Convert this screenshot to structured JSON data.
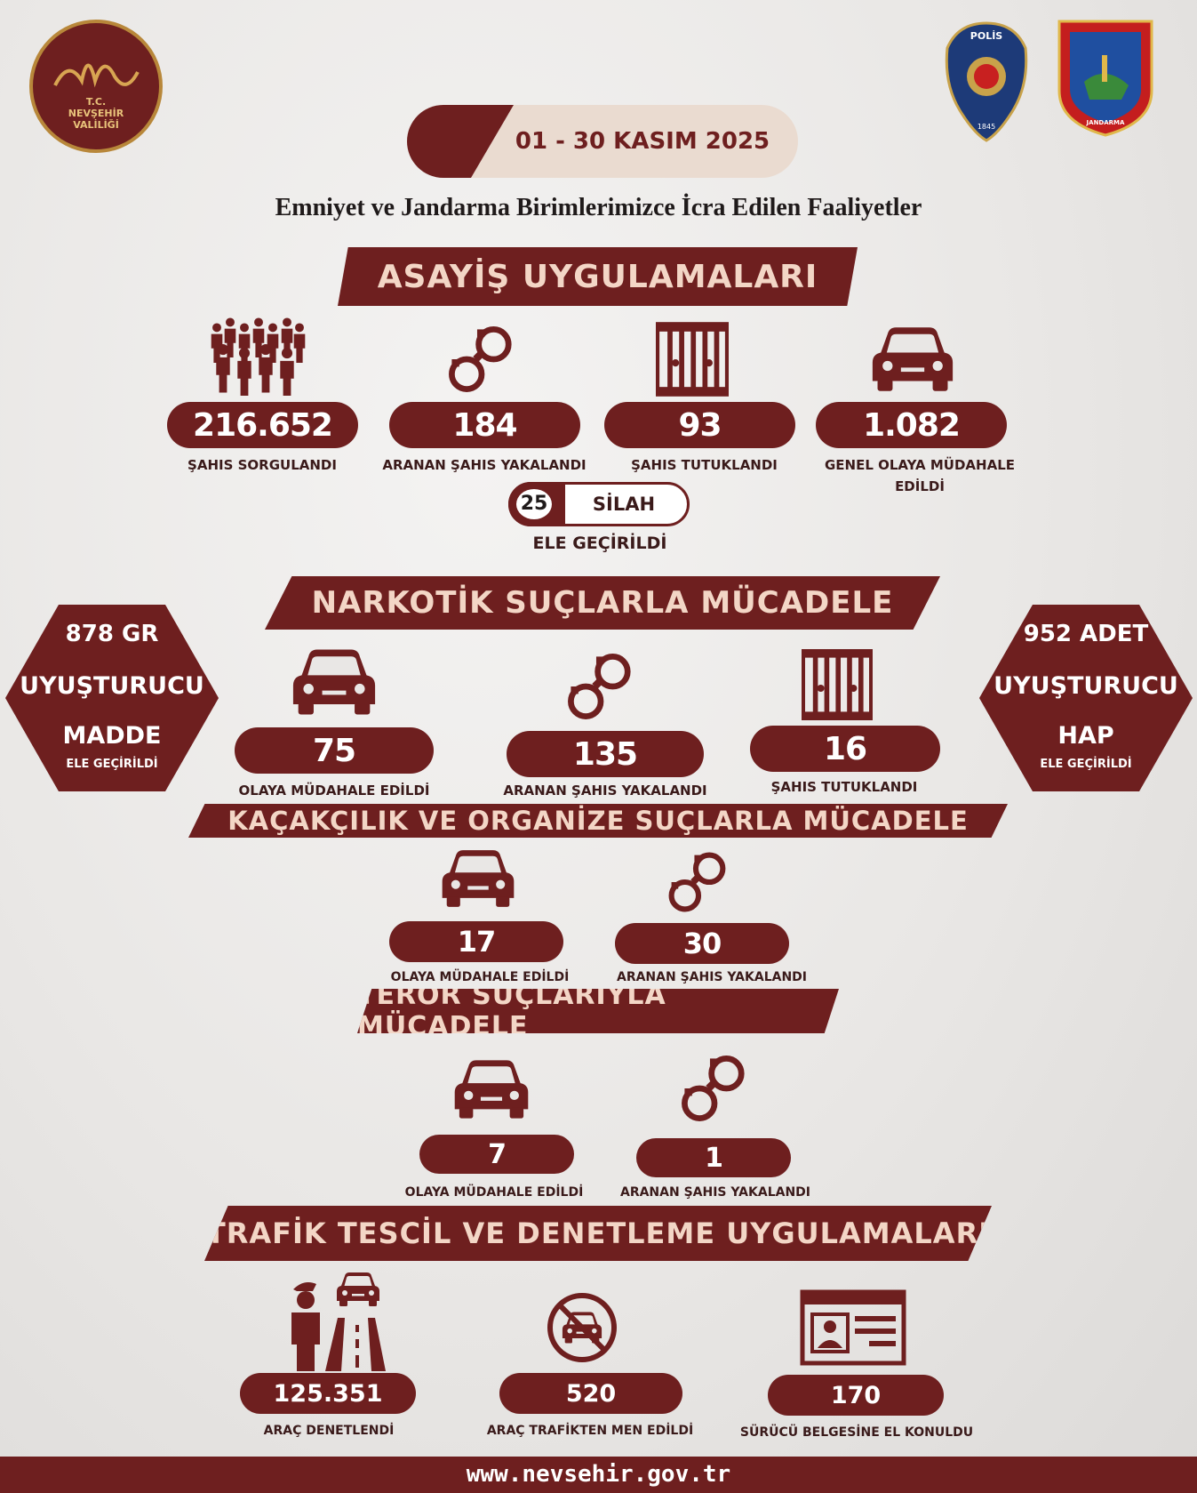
{
  "header": {
    "logo_lines": [
      "T.C.",
      "NEVŞEHİR",
      "VALİLİĞİ"
    ],
    "police_logo_text": "POLİS",
    "police_logo_year": "1845",
    "gendarmerie_logo_text": "JANDARMA",
    "date_range": "01 - 30 KASIM 2025",
    "subtitle": "Emniyet ve Jandarma Birimlerimizce İcra Edilen Faaliyetler"
  },
  "asayis": {
    "title": "ASAYİŞ UYGULAMALARI",
    "stats": [
      {
        "icon": "crowd-icon",
        "value": "216.652",
        "label": "ŞAHIS SORGULANDI"
      },
      {
        "icon": "handcuffs-icon",
        "value": "184",
        "label": "ARANAN ŞAHIS YAKALANDI"
      },
      {
        "icon": "jail-icon",
        "value": "93",
        "label": "ŞAHIS TUTUKLANDI"
      },
      {
        "icon": "car-icon",
        "value": "1.082",
        "label_line1": "GENEL OLAYA MÜDAHALE",
        "label_line2": "EDİLDİ"
      }
    ],
    "weapons": {
      "count": "25",
      "unit": "SİLAH",
      "label": "ELE GEÇİRİLDİ"
    }
  },
  "narkotik": {
    "title": "NARKOTİK SUÇLARLA MÜCADELE",
    "left_hex": {
      "line1": "878 GR",
      "line2": "UYUŞTURUCU",
      "line3": "MADDE",
      "line4": "ELE GEÇİRİLDİ"
    },
    "right_hex": {
      "line1": "952 ADET",
      "line2": "UYUŞTURUCU",
      "line3": "HAP",
      "line4": "ELE GEÇİRİLDİ"
    },
    "stats": [
      {
        "icon": "car-icon",
        "value": "75",
        "label": "OLAYA MÜDAHALE EDİLDİ"
      },
      {
        "icon": "handcuffs-icon",
        "value": "135",
        "label": "ARANAN ŞAHIS YAKALANDI"
      },
      {
        "icon": "jail-icon",
        "value": "16",
        "label": "ŞAHIS TUTUKLANDI"
      }
    ]
  },
  "kacakcilik": {
    "title": "KAÇAKÇILIK VE ORGANİZE SUÇLARLA MÜCADELE",
    "stats": [
      {
        "icon": "car-icon",
        "value": "17",
        "label": "OLAYA MÜDAHALE EDİLDİ"
      },
      {
        "icon": "handcuffs-icon",
        "value": "30",
        "label": "ARANAN ŞAHIS YAKALANDI"
      }
    ]
  },
  "teror": {
    "title": "TERÖR SUÇLARIYLA MÜCADELE",
    "stats": [
      {
        "icon": "car-icon",
        "value": "7",
        "label": "OLAYA MÜDAHALE EDİLDİ"
      },
      {
        "icon": "handcuffs-icon",
        "value": "1",
        "label": "ARANAN ŞAHIS YAKALANDI"
      }
    ]
  },
  "trafik": {
    "title": "TRAFİK TESCİL VE DENETLEME UYGULAMALARI",
    "stats": [
      {
        "icon": "traffic-officer-icon",
        "value": "125.351",
        "label": "ARAÇ DENETLENDİ"
      },
      {
        "icon": "no-car-icon",
        "value": "520",
        "label": "ARAÇ TRAFİKTEN MEN EDİLDİ"
      },
      {
        "icon": "license-card-icon",
        "value": "170",
        "label": "SÜRÜCÜ BELGESİNE EL KONULDU"
      }
    ]
  },
  "footer": {
    "website": "www.nevsehir.gov.tr"
  },
  "colors": {
    "maroon": "#6e1f1f",
    "peach": "#f3d6c6",
    "gold": "#b8873a"
  }
}
